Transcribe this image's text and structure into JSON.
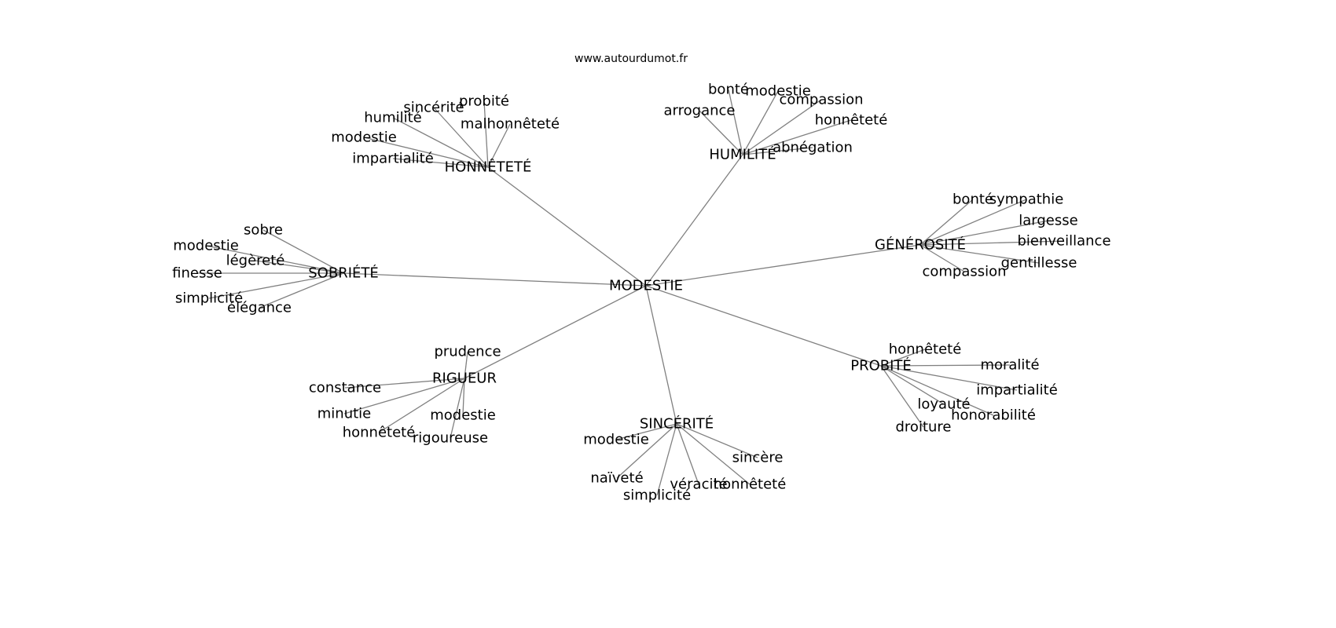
{
  "title": "www.autourdumot.fr",
  "graph": {
    "center": "MODESTIE",
    "groups": [
      {
        "id": "honnetete",
        "label": "HONNÊTETÉ",
        "children": [
          "sincérité",
          "probité",
          "humilité",
          "malhonnêteté",
          "modestie",
          "impartialité"
        ]
      },
      {
        "id": "humilite",
        "label": "HUMILITÉ",
        "children": [
          "bonté",
          "modestie",
          "compassion",
          "arrogance",
          "honnêteté",
          "abnégation"
        ]
      },
      {
        "id": "generosite",
        "label": "GÉNÉROSITÉ",
        "children": [
          "bonté",
          "sympathie",
          "largesse",
          "bienveillance",
          "gentillesse",
          "compassion"
        ]
      },
      {
        "id": "sobriete",
        "label": "SOBRIÉTÉ",
        "children": [
          "sobre",
          "modestie",
          "légèreté",
          "finesse",
          "simplicité",
          "élégance"
        ]
      },
      {
        "id": "rigueur",
        "label": "RIGUEUR",
        "children": [
          "prudence",
          "constance",
          "minutie",
          "honnêteté",
          "modestie",
          "rigoureuse"
        ]
      },
      {
        "id": "sincerite",
        "label": "SINCÉRITÉ",
        "children": [
          "modestie",
          "sincère",
          "naïveté",
          "simplicité",
          "véracité",
          "honnêteté"
        ]
      },
      {
        "id": "probite",
        "label": "PROBITÉ",
        "children": [
          "honnêteté",
          "moralité",
          "impartialité",
          "loyauté",
          "honorabilité",
          "droiture"
        ]
      }
    ]
  }
}
